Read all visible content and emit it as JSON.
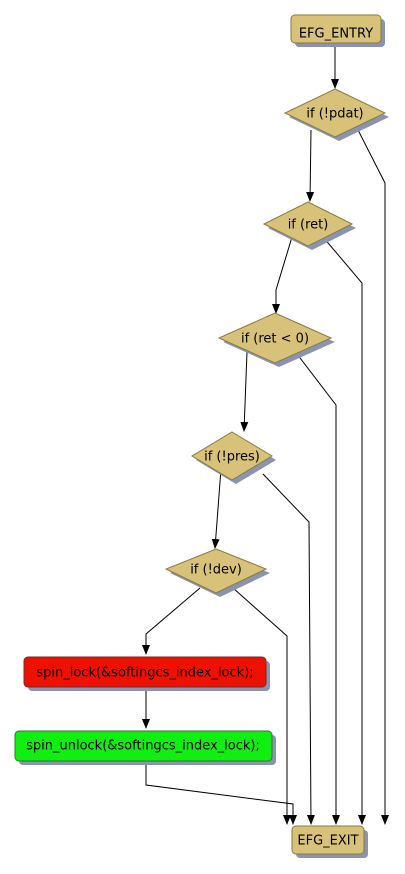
{
  "nodes": {
    "entry": "EFG_ENTRY",
    "cond_pdat": "if (!pdat)",
    "cond_ret": "if (ret)",
    "cond_ret_lt0": "if (ret < 0)",
    "cond_pres": "if (!pres)",
    "cond_dev": "if (!dev)",
    "lock": "spin_lock(&softingcs_index_lock);",
    "unlock": "spin_unlock(&softingcs_index_lock);",
    "exit": "EFG_EXIT"
  },
  "colors": {
    "node_fill": "#d8c27a",
    "node_stroke": "#8a7a40",
    "lock_fill": "#ee1100",
    "unlock_fill": "#11ee11",
    "edge": "#000000",
    "shadow": "#8a94b0"
  }
}
